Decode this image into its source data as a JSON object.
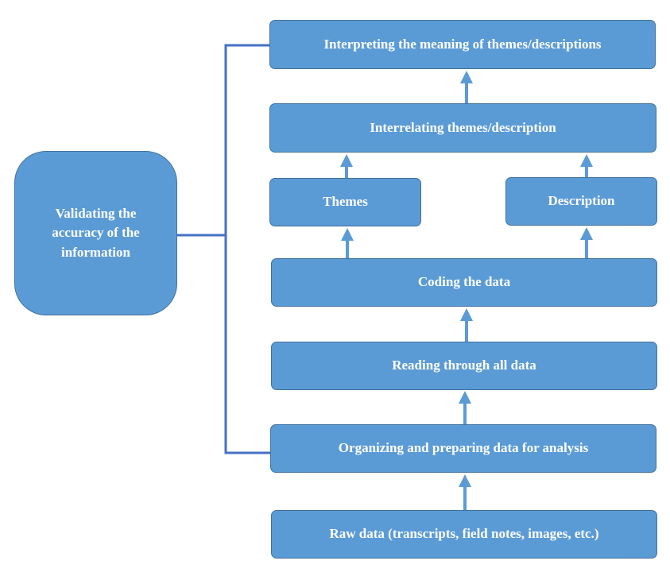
{
  "diagram": {
    "validate": "Validating the accuracy of the information",
    "interpreting": "Interpreting the meaning of themes/descriptions",
    "interrelating": "Interrelating themes/description",
    "themes": "Themes",
    "description": "Description",
    "coding": "Coding the data",
    "reading": "Reading through all data",
    "organizing": "Organizing and preparing data for analysis",
    "raw": "Raw data (transcripts, field notes, images, etc.)"
  },
  "colors": {
    "box_fill": "#5b9bd5",
    "box_border": "#41719c",
    "connector": "#4472c4",
    "text": "#ffffff"
  }
}
